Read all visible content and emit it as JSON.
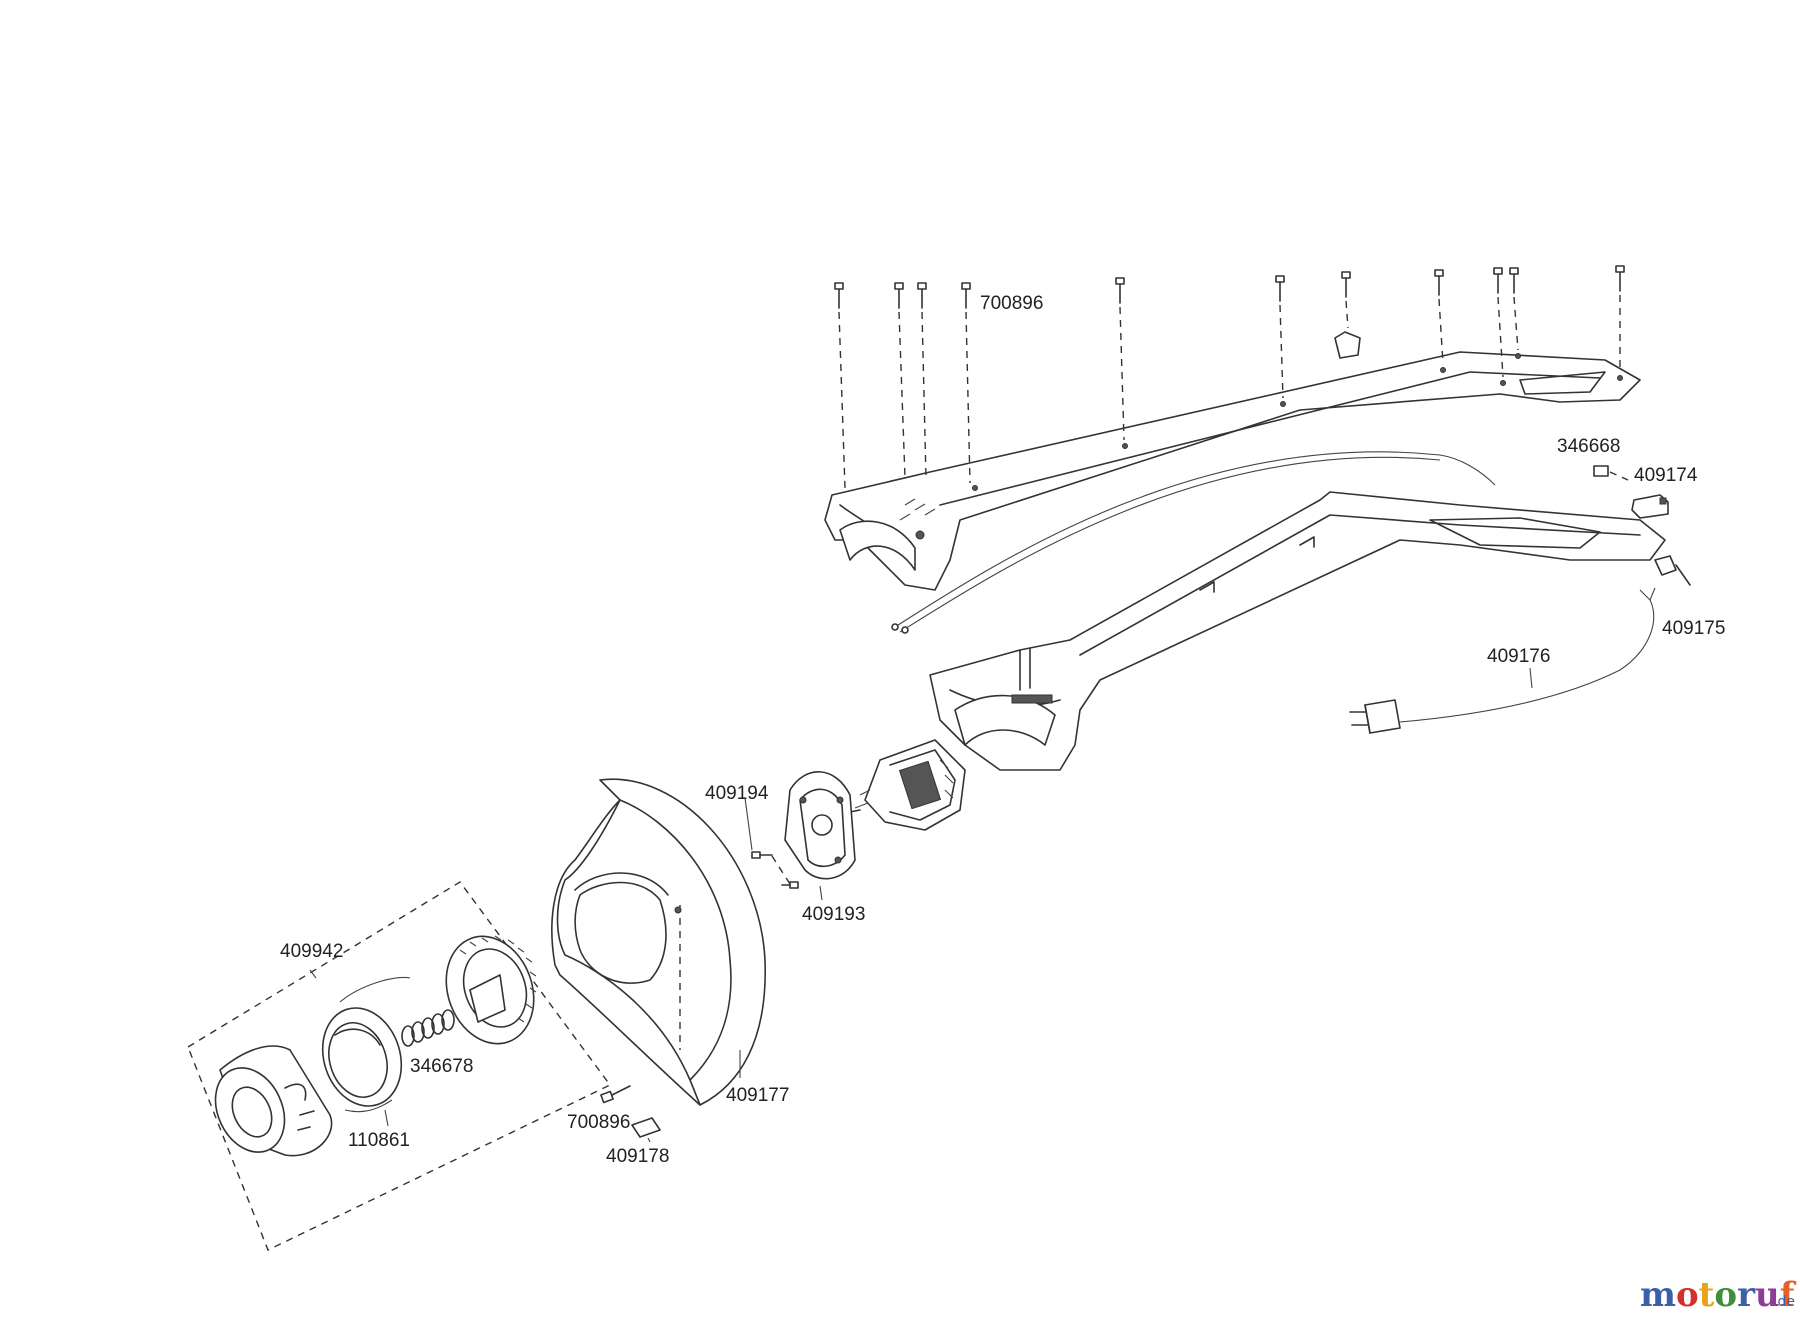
{
  "labels": {
    "screw_upper": "700896",
    "connector_small": "346668",
    "switch": "409174",
    "capacitor": "409175",
    "power_cord": "409176",
    "screw_small": "409194",
    "motor_plate": "409193",
    "spool_kit": "409942",
    "spring": "346678",
    "spool": "110861",
    "screw_lower": "700896",
    "guard": "409177",
    "blade": "409178"
  },
  "watermark": {
    "text": "motoruf",
    "suffix": ".de",
    "colors": [
      "#3b5fa8",
      "#d2302a",
      "#e8a21c",
      "#3f8f3a",
      "#3b5fa8",
      "#8e3d96",
      "#e2612a"
    ]
  }
}
